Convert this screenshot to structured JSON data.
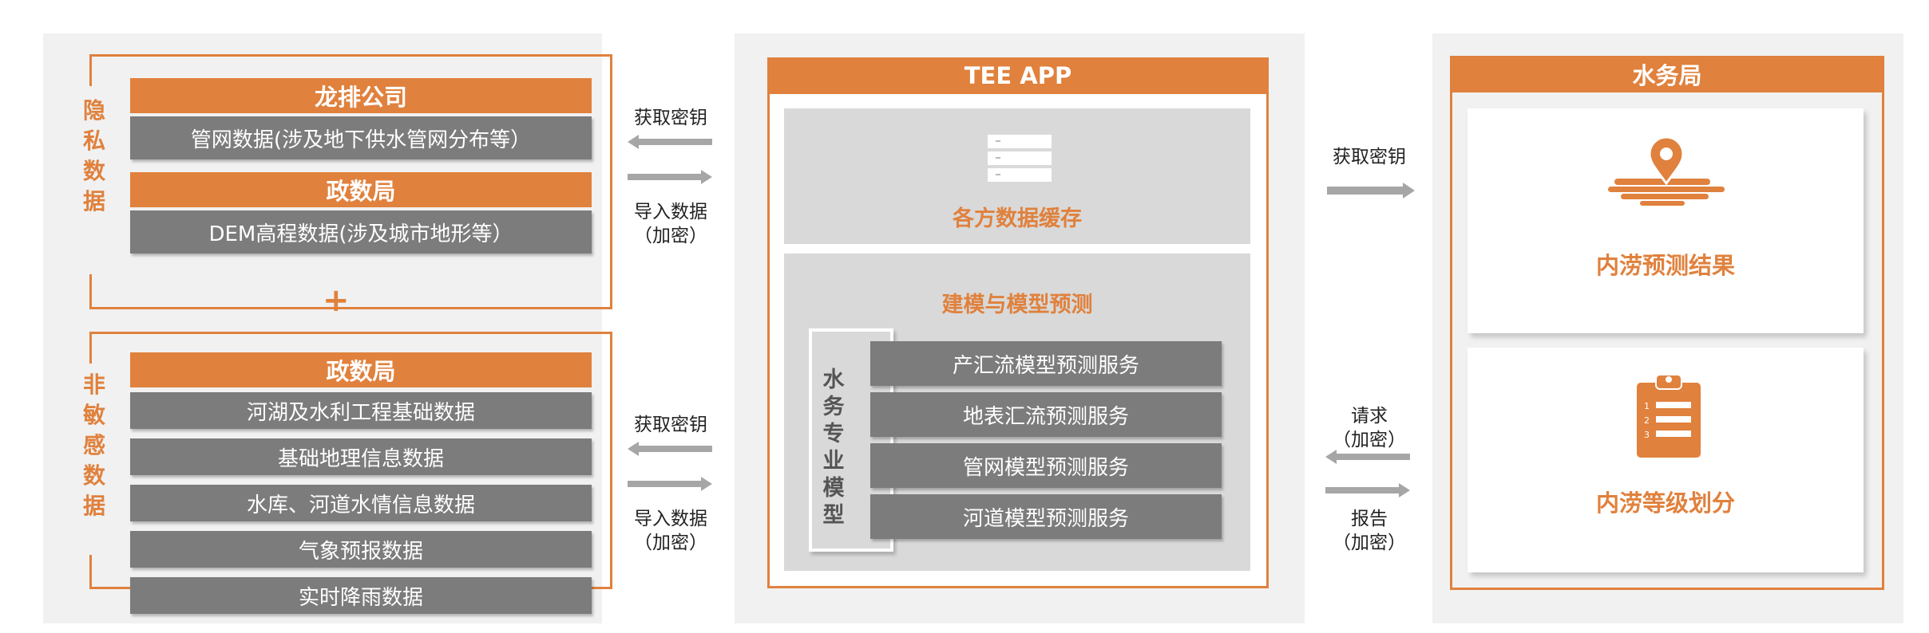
{
  "left": {
    "privacy_label": [
      "隐",
      "私",
      "数",
      "据"
    ],
    "nonsensitive_label": [
      "非",
      "敏",
      "感",
      "数",
      "据"
    ],
    "company": "龙排公司",
    "company_data": "管网数据(涉及地下供水管网分布等）",
    "gov_bureau_1": "政数局",
    "dem_data": "DEM高程数据(涉及城市地形等）",
    "plus": "+",
    "gov_bureau_2": "政数局",
    "public_items": [
      "河湖及水利工程基础数据",
      "基础地理信息数据",
      "水库、河道水情信息数据",
      "气象预报数据",
      "实时降雨数据"
    ]
  },
  "arrows_left": {
    "top_get_key": "获取密钥",
    "top_import": "导入数据\n（加密）",
    "bottom_get_key": "获取密钥",
    "bottom_import": "导入数据\n（加密）"
  },
  "center": {
    "title": "TEE APP",
    "cache_label": "各方数据缓存",
    "modeling_title": "建模与模型预测",
    "side_label": [
      "水",
      "务",
      "专",
      "业",
      "模",
      "型"
    ],
    "services": [
      "产汇流模型预测服务",
      "地表汇流预测服务",
      "管网模型预测服务",
      "河道模型预测服务"
    ]
  },
  "arrows_right": {
    "get_key": "获取密钥",
    "request": "请求\n（加密）",
    "report": "报告\n（加密）"
  },
  "right": {
    "title": "水务局",
    "result_1": "内涝预测结果",
    "result_2": "内涝等级划分",
    "list_numbers": [
      "1",
      "2",
      "3"
    ]
  },
  "colors": {
    "accent": "#e0813d",
    "grey_bar": "#7c7c7c",
    "arrow": "#a6a6a6",
    "panel": "#f1f1f1"
  },
  "icons": [
    "server-icon",
    "map-pin-icon",
    "clipboard-list-icon",
    "arrow-left-icon",
    "arrow-right-icon"
  ]
}
